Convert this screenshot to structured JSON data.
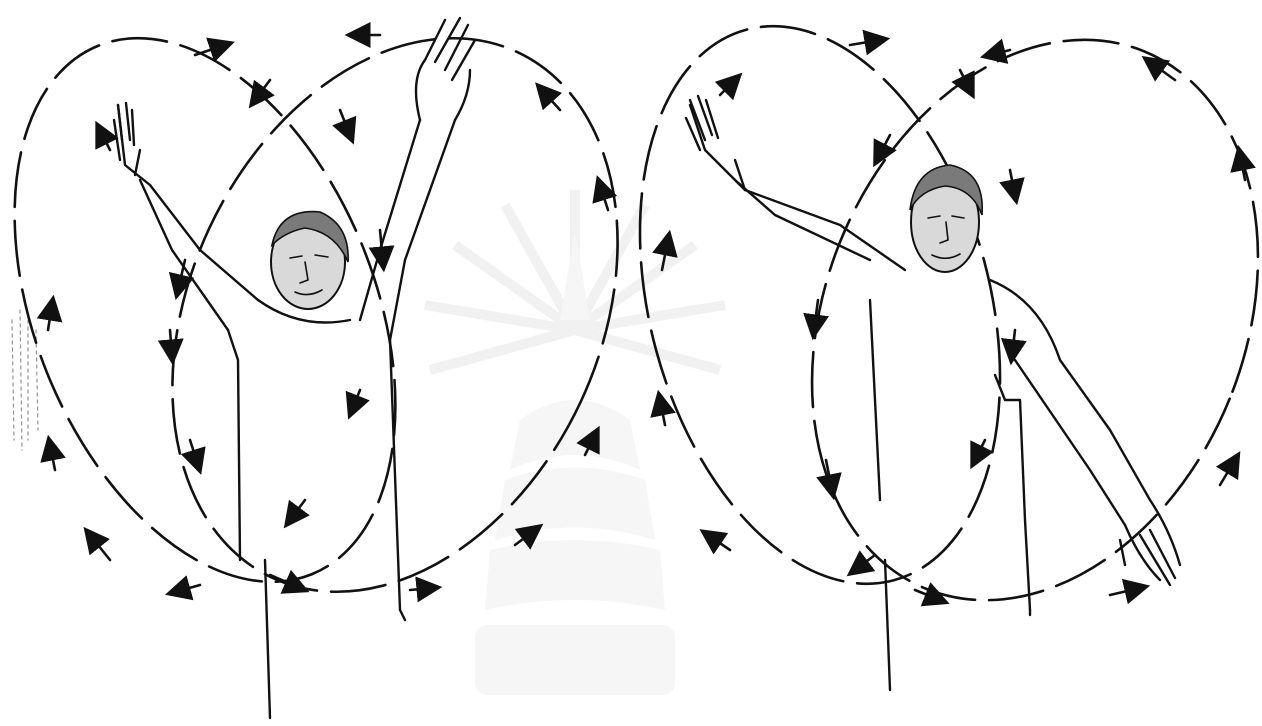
{
  "figure": {
    "panels": [
      {
        "id": "left",
        "pose": "both-arms-raised",
        "orbits": [
          "left-ellipse",
          "right-ellipse"
        ]
      },
      {
        "id": "right",
        "pose": "one-arm-raised-one-arm-lowered",
        "orbits": [
          "left-ellipse",
          "right-ellipse"
        ]
      }
    ],
    "watermark": "university-seal",
    "colors": {
      "ink": "#111111",
      "background": "#ffffff",
      "watermark": "#e6e6e6"
    }
  }
}
